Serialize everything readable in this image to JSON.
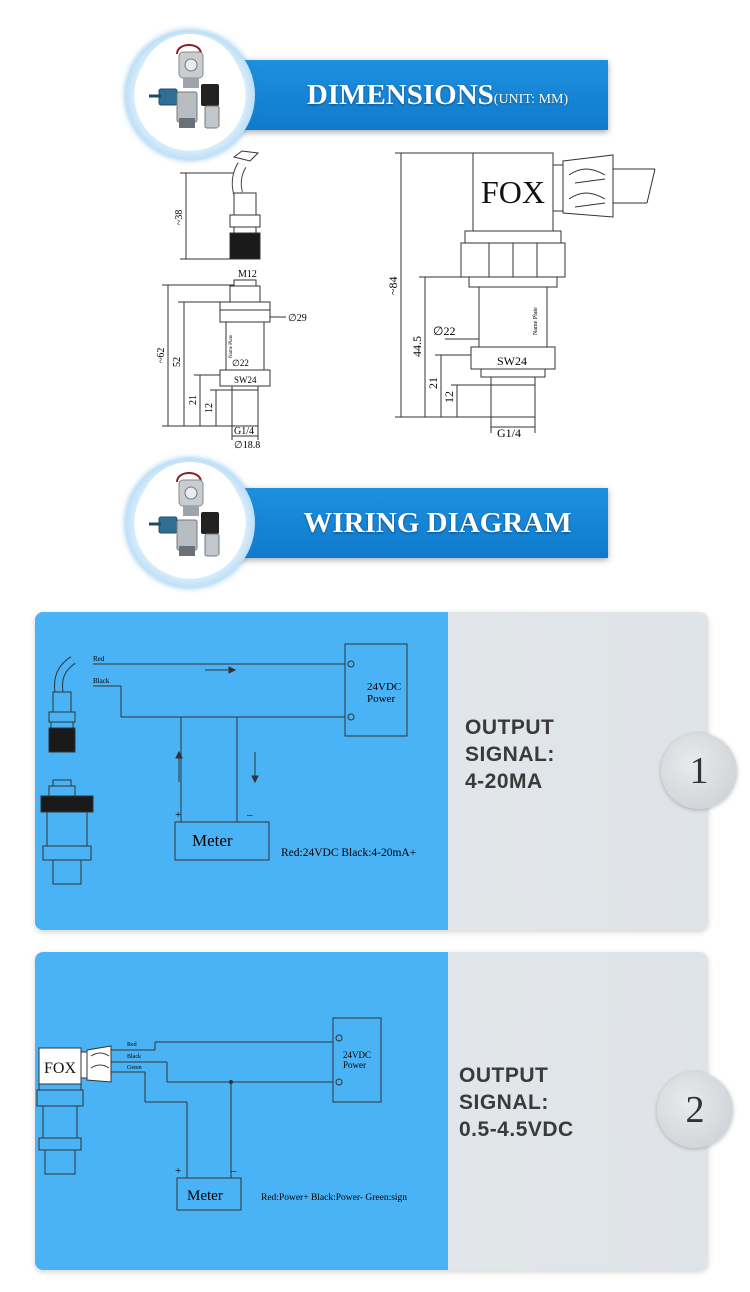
{
  "dimensions_header": {
    "title": "DIMENSIONS",
    "unit": "(UNIT: MM)"
  },
  "wiring_header": {
    "title": "WIRING DIAGRAM"
  },
  "left_drawing": {
    "label_height": "~38",
    "thread_top": "M12",
    "dia_29": "∅29",
    "total": "~62",
    "h52": "52",
    "dia_22": "∅22",
    "sw": "SW24",
    "h21": "21",
    "h12": "12",
    "thread": "G1/4",
    "dia_18_8": "∅18.8",
    "plate": "Name Plate"
  },
  "right_drawing": {
    "brand": "FOX",
    "total": "~84",
    "h44_5": "44.5",
    "dia_22": "∅22",
    "sw": "SW24",
    "h21": "21",
    "h12": "12",
    "thread": "G1/4",
    "plate": "Name Plate"
  },
  "panel1": {
    "wire_red": "Red",
    "wire_black": "Black",
    "power": "24VDC",
    "power2": "Power",
    "plus": "+",
    "minus": "–",
    "meter": "Meter",
    "legend": "Red:24VDC  Black:4-20mA+",
    "output_line1": "OUTPUT",
    "output_line2": "SIGNAL:",
    "output_line3": "4-20MA",
    "badge": "1"
  },
  "panel2": {
    "brand": "FOX",
    "wire_red": "Red",
    "wire_black": "Black",
    "wire_green": "Green",
    "power": "24VDC",
    "power2": "Power",
    "plus": "+",
    "minus": "–",
    "meter": "Meter",
    "legend": "Red:Power+  Black:Power-  Green:sign",
    "output_line1": "OUTPUT",
    "output_line2": "SIGNAL:",
    "output_line3": "0.5-4.5VDC",
    "badge": "2"
  },
  "colors": {
    "banner_blue": "#1686d8",
    "panel_blue": "#4ab3f5",
    "panel_gray": "#e3e7ea"
  }
}
